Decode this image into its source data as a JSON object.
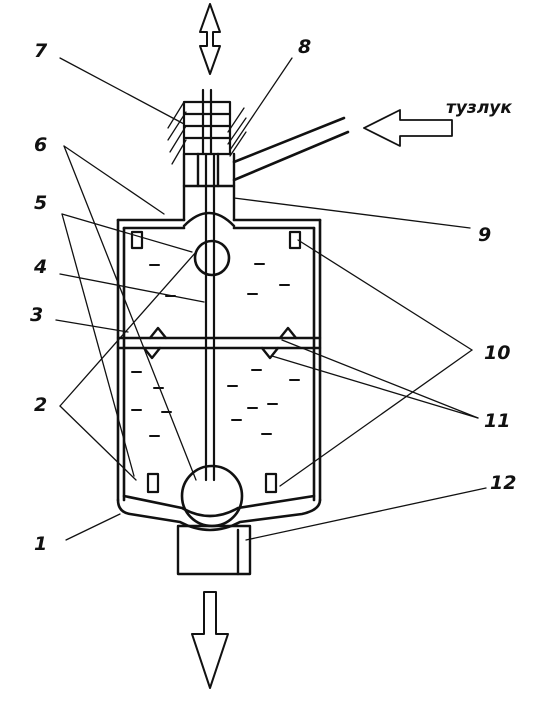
{
  "diagram": {
    "labels": {
      "l1": "1",
      "l2": "2",
      "l3": "3",
      "l4": "4",
      "l5": "5",
      "l6": "6",
      "l7": "7",
      "l8": "8",
      "l9": "9",
      "l10": "10",
      "l11": "11",
      "l12": "12"
    },
    "inflow_label": "тузлук"
  },
  "colors": {
    "ink": "#111111",
    "background": "#ffffff"
  }
}
